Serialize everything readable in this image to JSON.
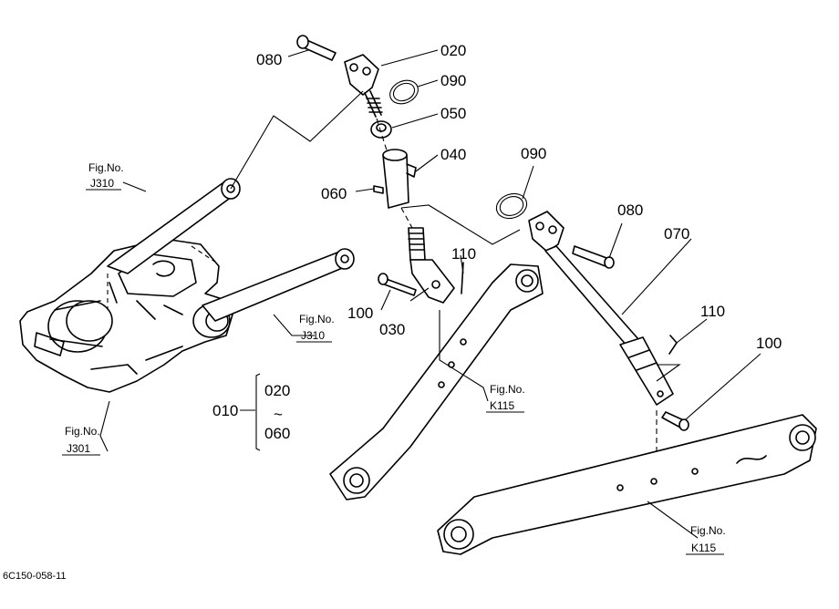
{
  "parts": {
    "p080_top": "080",
    "p020": "020",
    "p090_top": "090",
    "p050": "050",
    "p040": "040",
    "p060": "060",
    "p090_right": "090",
    "p080_right": "080",
    "p070": "070",
    "p110_mid": "110",
    "p100_mid": "100",
    "p030": "030",
    "p110_right": "110",
    "p100_right": "100"
  },
  "assembly": {
    "number": "010",
    "from": "020",
    "tilde": "~",
    "to": "060"
  },
  "fig_refs": {
    "ref_a": {
      "label": "Fig.No.",
      "number": "J310"
    },
    "ref_b": {
      "label": "Fig.No.",
      "number": "J310"
    },
    "ref_c": {
      "label": "Fig.No.",
      "number": "J301"
    },
    "ref_d": {
      "label": "Fig.No.",
      "number": "K115"
    },
    "ref_e": {
      "label": "Fig.No.",
      "number": "K115"
    }
  },
  "footer_code": "6C150-058-11"
}
